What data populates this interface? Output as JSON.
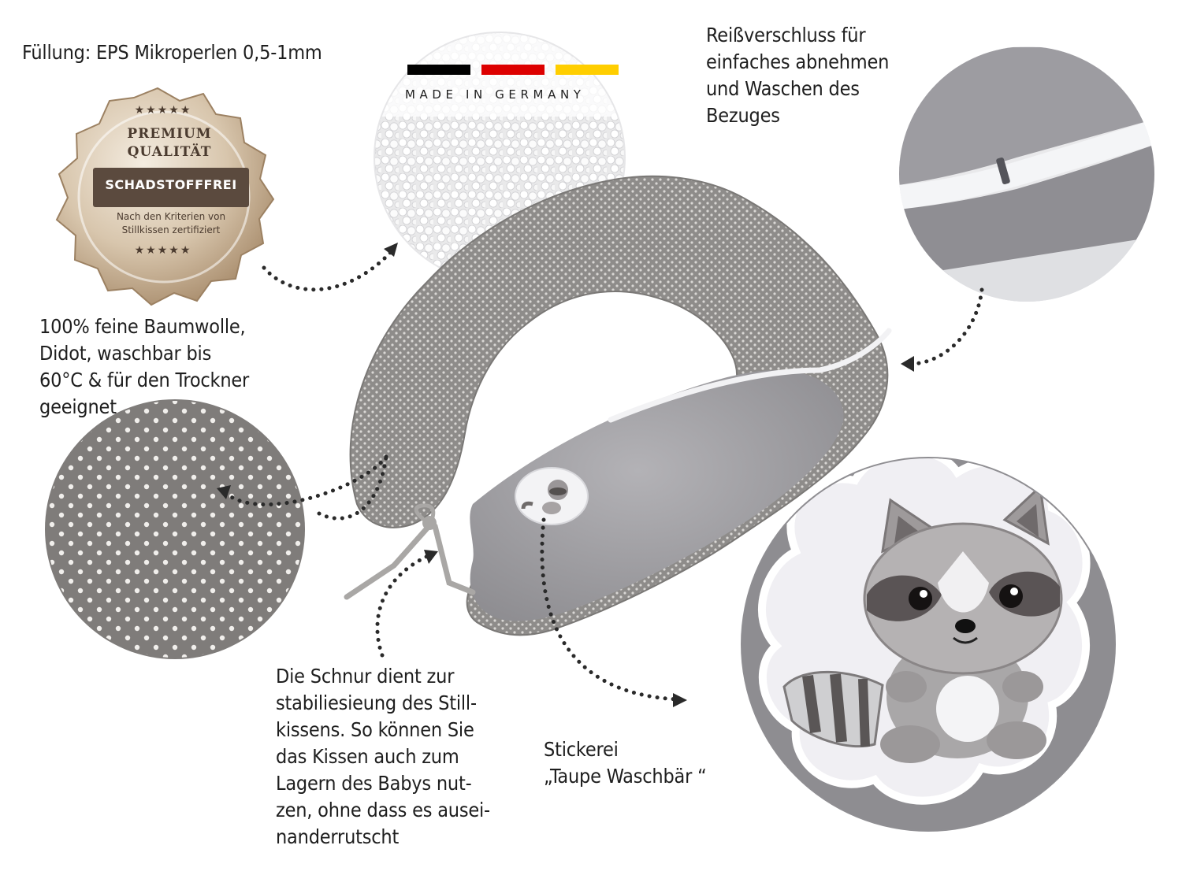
{
  "texts": {
    "filling": "Füllung: EPS Mikroperlen 0,5-1mm",
    "zipper": "Reißverschluss für\neinfaches abnehmen\nund Waschen des\nBezuges",
    "cotton": "100% feine Baumwolle,\nDidot,  waschbar bis\n60°C & für den Trockner\ngeeignet",
    "cord": "Die Schnur dient zur\nstabiliesieung des Still-\nkissens. So können Sie\ndas Kissen auch zum\nLagern des Babys nut-\nzen, ohne dass es ausei-\nnanderrutscht",
    "embroidery": "Stickerei\n„Taupe Waschbär “"
  },
  "seal": {
    "line1": "PREMIUM",
    "line2": "QUALITÄT",
    "band": "SCHADSTOFFFREI",
    "line3": "Nach den Kriterien von",
    "line4": "Stillkissen zertifiziert",
    "stars": "★★★★★"
  },
  "made_in": {
    "label": "MADE IN GERMANY",
    "colors": [
      "#000000",
      "#dd0000",
      "#ffce00"
    ]
  }
}
